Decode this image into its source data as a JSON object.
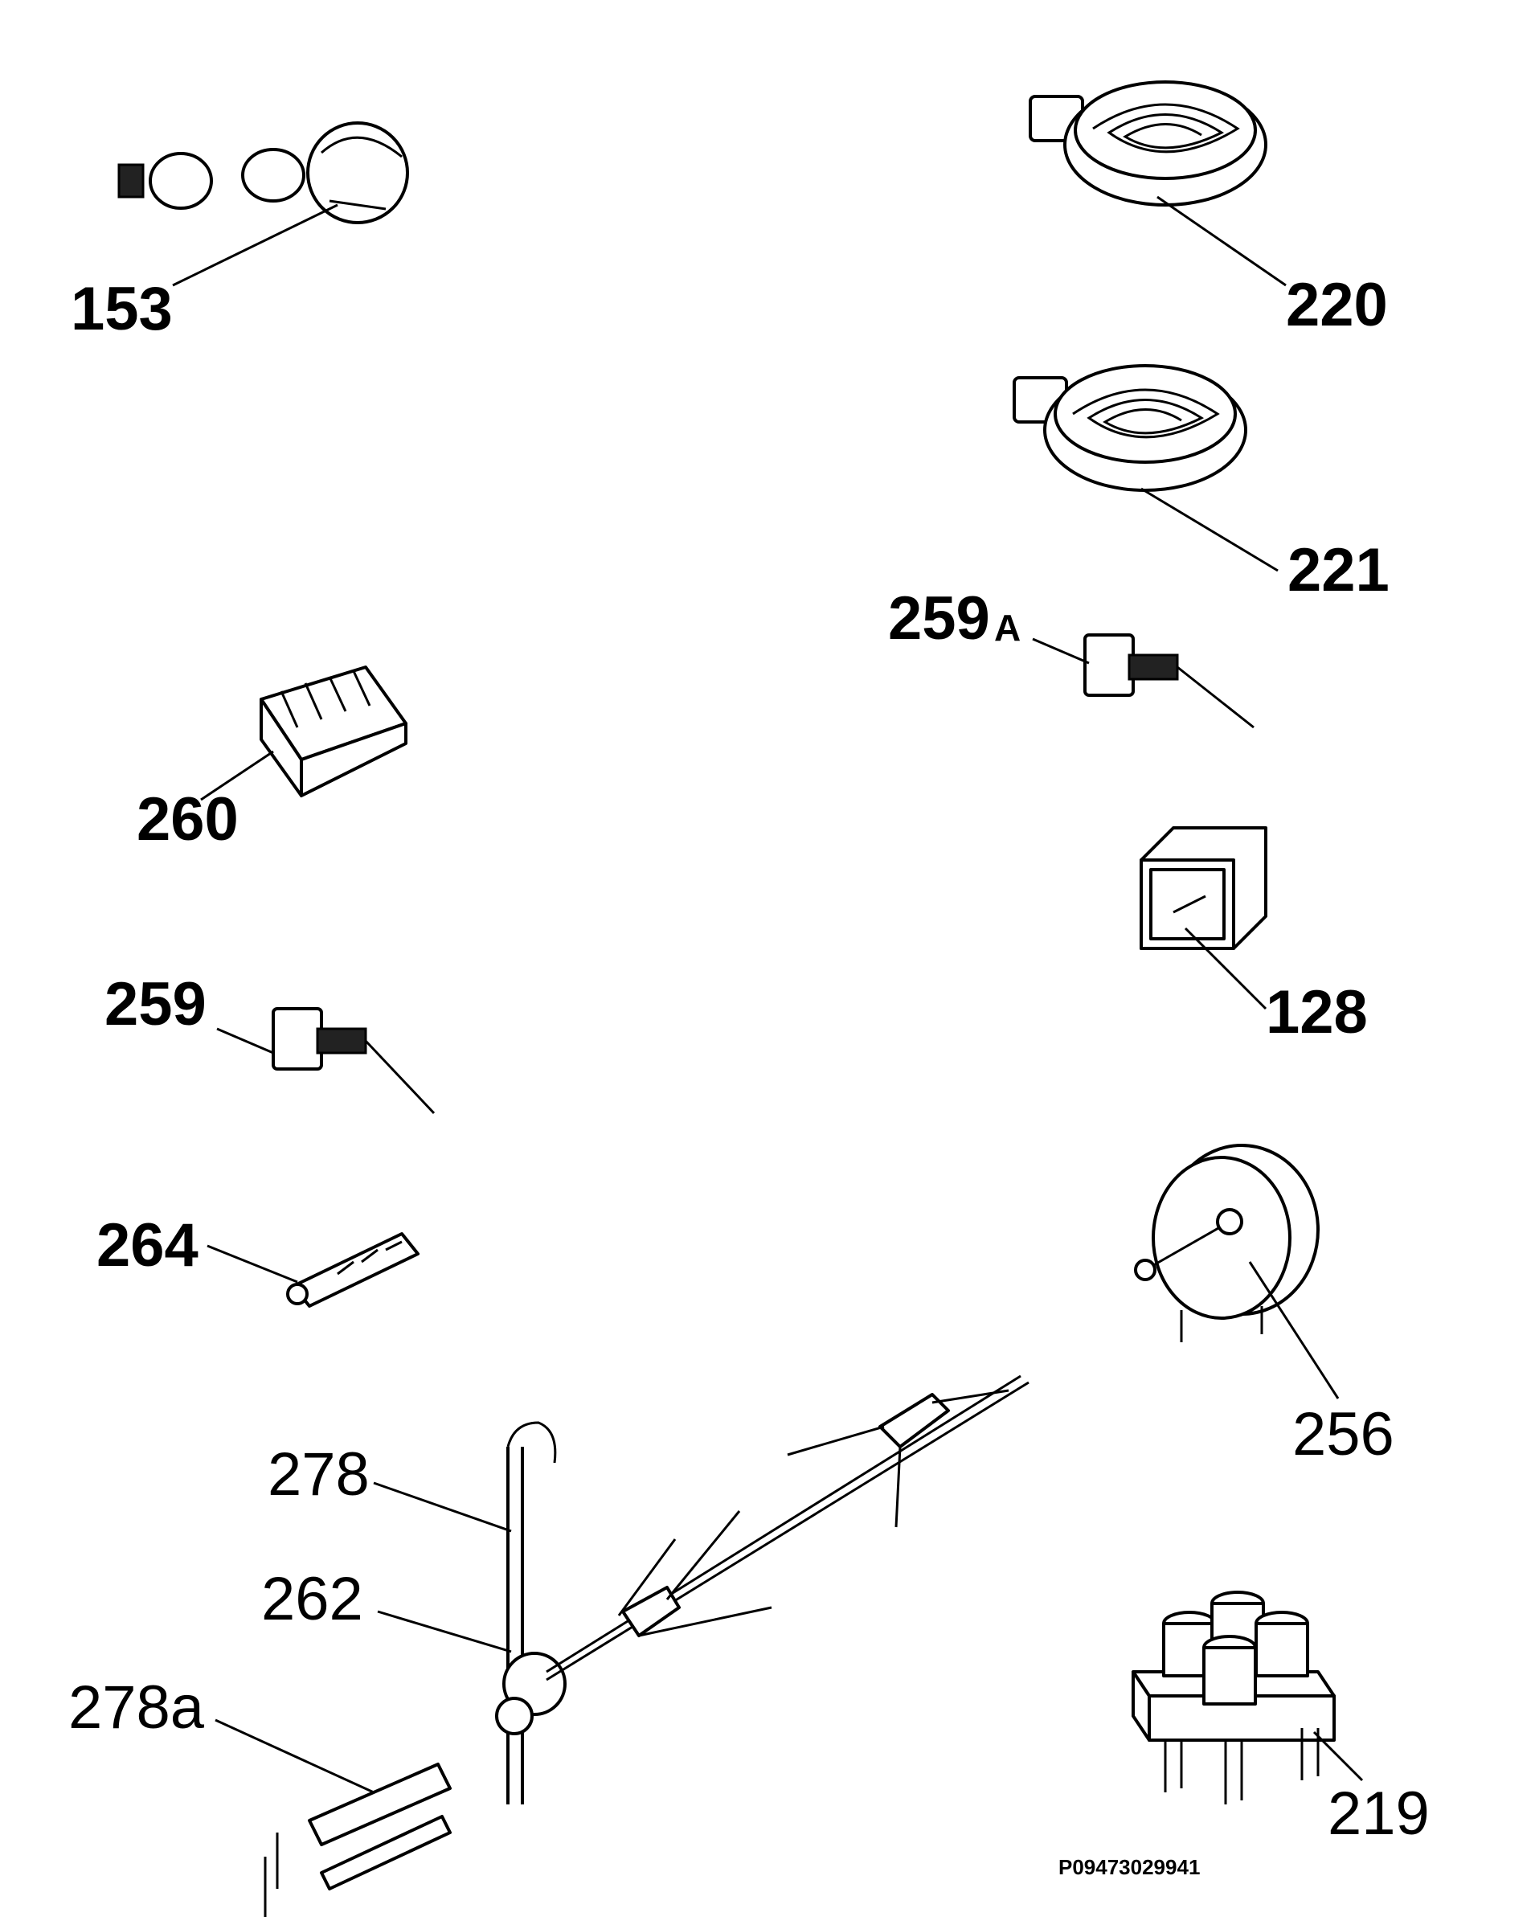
{
  "parts": [
    {
      "id": "153",
      "label": "153"
    },
    {
      "id": "220",
      "label": "220"
    },
    {
      "id": "221",
      "label": "221"
    },
    {
      "id": "259A",
      "label": "259",
      "suffix": "A"
    },
    {
      "id": "260",
      "label": "260"
    },
    {
      "id": "128",
      "label": "128"
    },
    {
      "id": "259",
      "label": "259"
    },
    {
      "id": "264",
      "label": "264"
    },
    {
      "id": "256",
      "label": "256"
    },
    {
      "id": "278",
      "label": "278"
    },
    {
      "id": "262",
      "label": "262"
    },
    {
      "id": "278a",
      "label": "278a"
    },
    {
      "id": "219",
      "label": "219"
    }
  ],
  "reference_code": "P09473029941"
}
